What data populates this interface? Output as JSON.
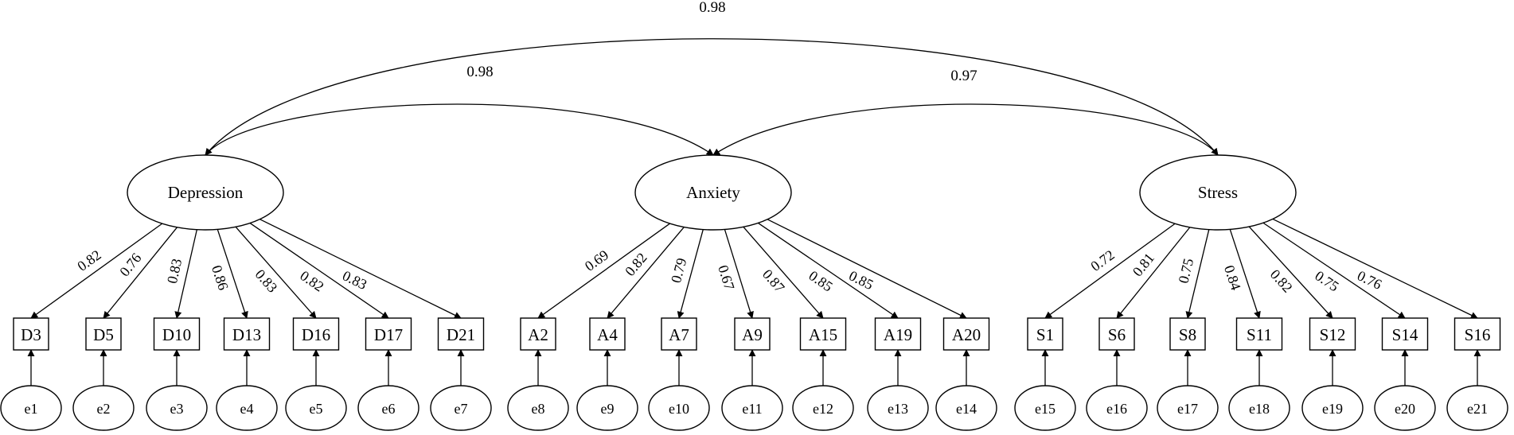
{
  "factors": [
    {
      "id": "dep",
      "label": "Depression"
    },
    {
      "id": "anx",
      "label": "Anxiety"
    },
    {
      "id": "str",
      "label": "Stress"
    }
  ],
  "indicators": [
    {
      "label": "D3",
      "error": "e1",
      "factor": "dep",
      "loading": "0.82"
    },
    {
      "label": "D5",
      "error": "e2",
      "factor": "dep",
      "loading": "0.76"
    },
    {
      "label": "D10",
      "error": "e3",
      "factor": "dep",
      "loading": "0.83"
    },
    {
      "label": "D13",
      "error": "e4",
      "factor": "dep",
      "loading": "0.86"
    },
    {
      "label": "D16",
      "error": "e5",
      "factor": "dep",
      "loading": "0.83"
    },
    {
      "label": "D17",
      "error": "e6",
      "factor": "dep",
      "loading": "0.82"
    },
    {
      "label": "D21",
      "error": "e7",
      "factor": "dep",
      "loading": "0.83"
    },
    {
      "label": "A2",
      "error": "e8",
      "factor": "anx",
      "loading": "0.69"
    },
    {
      "label": "A4",
      "error": "e9",
      "factor": "anx",
      "loading": "0.82"
    },
    {
      "label": "A7",
      "error": "e10",
      "factor": "anx",
      "loading": "0.79"
    },
    {
      "label": "A9",
      "error": "e11",
      "factor": "anx",
      "loading": "0.67"
    },
    {
      "label": "A15",
      "error": "e12",
      "factor": "anx",
      "loading": "0.87"
    },
    {
      "label": "A19",
      "error": "e13",
      "factor": "anx",
      "loading": "0.85"
    },
    {
      "label": "A20",
      "error": "e14",
      "factor": "anx",
      "loading": "0.85"
    },
    {
      "label": "S1",
      "error": "e15",
      "factor": "str",
      "loading": "0.72"
    },
    {
      "label": "S6",
      "error": "e16",
      "factor": "str",
      "loading": "0.81"
    },
    {
      "label": "S8",
      "error": "e17",
      "factor": "str",
      "loading": "0.75"
    },
    {
      "label": "S11",
      "error": "e18",
      "factor": "str",
      "loading": "0.84"
    },
    {
      "label": "S12",
      "error": "e19",
      "factor": "str",
      "loading": "0.82"
    },
    {
      "label": "S14",
      "error": "e20",
      "factor": "str",
      "loading": "0.75"
    },
    {
      "label": "S16",
      "error": "e21",
      "factor": "str",
      "loading": "0.76"
    }
  ],
  "covariances": [
    {
      "from": "dep",
      "to": "anx",
      "value": "0.98"
    },
    {
      "from": "anx",
      "to": "str",
      "value": "0.97"
    },
    {
      "from": "dep",
      "to": "str",
      "value": "0.98"
    }
  ]
}
